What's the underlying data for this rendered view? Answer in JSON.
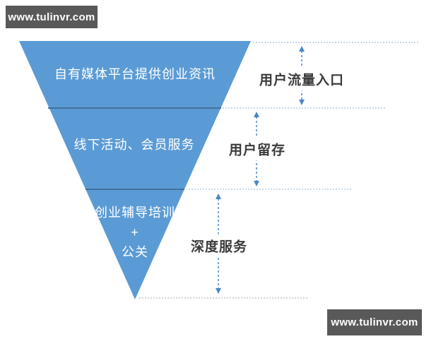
{
  "watermarks": {
    "top_left": "www.tulinvr.com",
    "bottom_right": "www.tulinvr.com"
  },
  "funnel": {
    "sections": [
      {
        "label": "自有媒体平台提供创业资讯"
      },
      {
        "label": "线下活动、会员服务"
      },
      {
        "lines": [
          "创业辅导培训",
          "+",
          "公关"
        ]
      }
    ]
  },
  "annotations": [
    {
      "label": "用户流量入口"
    },
    {
      "label": "用户留存"
    },
    {
      "label": "深度服务"
    }
  ],
  "colors": {
    "funnel_fill": "#5B9BD5",
    "funnel_divider": "#41719C",
    "arrow_blue": "#4A86C5",
    "guide_blue": "#8FB0D2",
    "guide_gray": "#A6A6A6",
    "watermark_bg": "#595959",
    "watermark_text": "#FFFFFF",
    "annotation_text": "#3B3B3B"
  }
}
